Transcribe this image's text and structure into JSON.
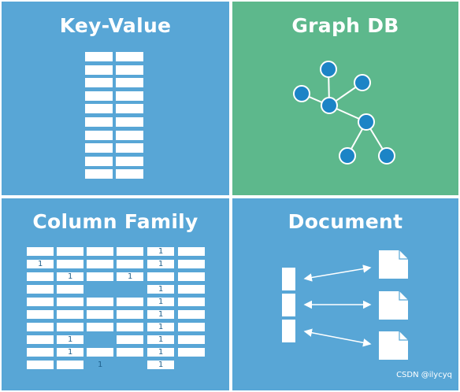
{
  "panels": {
    "key_value": {
      "title": "Key-Value"
    },
    "graph_db": {
      "title": "Graph DB"
    },
    "column_family": {
      "title": "Column Family",
      "ones": [
        "1",
        "1",
        "1",
        "1",
        "1",
        "1",
        "1",
        "1",
        "1",
        "1",
        "1",
        "1",
        "1",
        "1",
        "1"
      ]
    },
    "document": {
      "title": "Document"
    }
  },
  "watermark": "CSDN @ilycyq",
  "colors": {
    "blue": "#58A6D6",
    "green": "#5DB88C",
    "node": "#1C84C6",
    "white": "#FFFFFF"
  }
}
